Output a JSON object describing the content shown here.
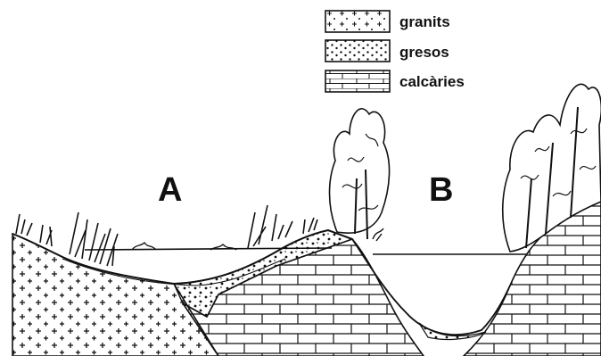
{
  "legend": {
    "items": [
      {
        "label": "granits",
        "pattern": "granite-pattern"
      },
      {
        "label": "gresos",
        "pattern": "sandstone-pattern"
      },
      {
        "label": "calcàries",
        "pattern": "limestone-pattern"
      }
    ]
  },
  "sites": {
    "a": "A",
    "b": "B"
  },
  "colors": {
    "ink": "#111111",
    "background": "#ffffff"
  }
}
